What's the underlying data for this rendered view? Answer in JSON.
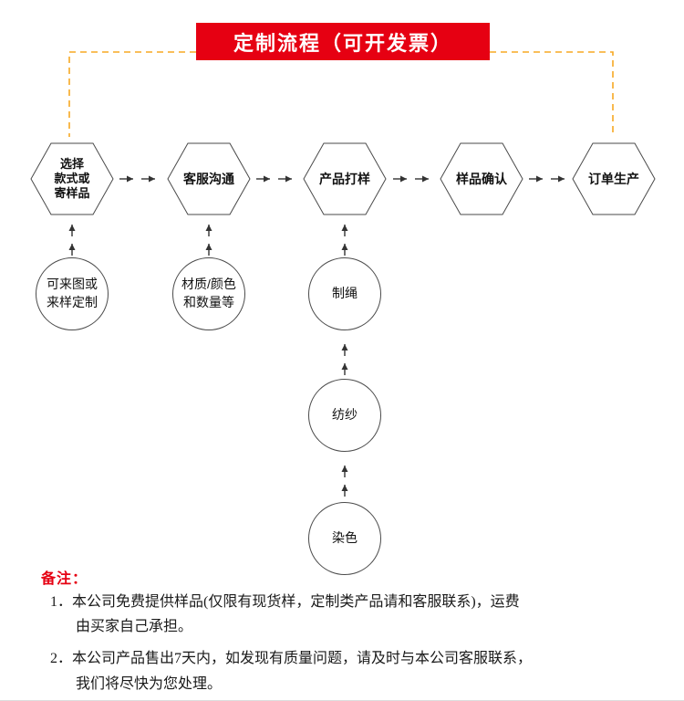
{
  "banner": {
    "title": "定制流程（可开发票）"
  },
  "colors": {
    "banner_bg": "#e60012",
    "banner_text": "#ffffff",
    "connector_dash": "#f7a823",
    "arrow": "#333333",
    "shape_stroke": "#4a4a4a"
  },
  "flow": {
    "hexagons": [
      {
        "label": "选择\n款式或\n寄样品"
      },
      {
        "label": "客服沟通"
      },
      {
        "label": "产品打样"
      },
      {
        "label": "样品确认"
      },
      {
        "label": "订单生产"
      }
    ],
    "circles": [
      {
        "label": "可来图或\n来样定制"
      },
      {
        "label": "材质/颜色\n和数量等"
      },
      {
        "label": "制绳"
      },
      {
        "label": "纺纱"
      },
      {
        "label": "染色"
      }
    ]
  },
  "notes": {
    "heading": "备注：",
    "items": [
      {
        "text": "1．本公司免费提供样品(仅限有现货样，定制类产品请和客服联系)，运费\n由买家自己承担。"
      },
      {
        "text": "2．本公司产品售出7天内，如发现有质量问题，请及时与本公司客服联系，\n我们将尽快为您处理。"
      }
    ]
  }
}
